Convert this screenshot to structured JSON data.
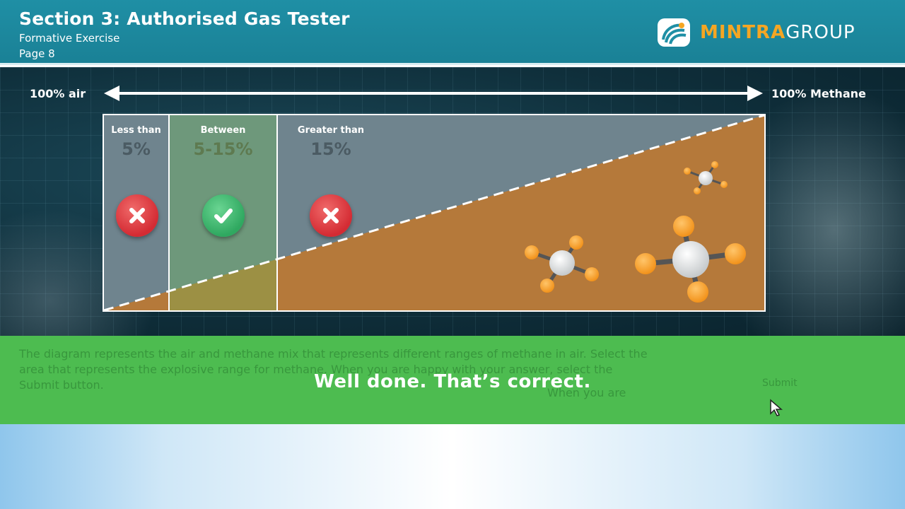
{
  "header": {
    "title": "Section 3: Authorised Gas Tester",
    "subtitle": "Formative Exercise",
    "page": "Page 8",
    "logo_part1": "MINTRA",
    "logo_part2": "GROUP"
  },
  "scale": {
    "left_label": "100% air",
    "right_label": "100% Methane"
  },
  "zones": [
    {
      "heading": "Less than",
      "value": "5%",
      "status": "incorrect"
    },
    {
      "heading": "Between",
      "value": "5-15%",
      "status": "correct"
    },
    {
      "heading": "Greater than",
      "value": "15%",
      "status": "incorrect"
    }
  ],
  "feedback": {
    "message": "Well done. That’s correct.",
    "instructions": "The diagram represents the air and methane mix that represents different ranges of methane in air. Select the area that represents the explosive range for methane. When you are happy with your answer, select the Submit button.",
    "instructions_tail": "When you are",
    "submit_label": "Submit"
  },
  "colors": {
    "header_bg": "#1f8fa5",
    "feedback_bg": "#4dbc50",
    "methane_fill": "#b5793a",
    "correct": "#2fa860",
    "incorrect": "#d42b33",
    "logo_accent": "#f5a623"
  },
  "icons": [
    "mintra-logo-icon",
    "double-arrow-icon",
    "cross-icon",
    "check-icon",
    "methane-molecule-icon",
    "cursor-icon"
  ]
}
